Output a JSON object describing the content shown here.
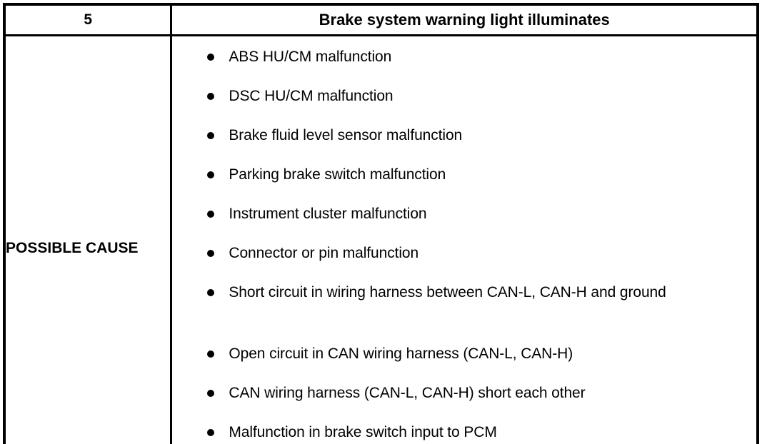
{
  "table": {
    "header": {
      "code": "5",
      "title": "Brake system warning light illuminates"
    },
    "row_label": "POSSIBLE CAUSE",
    "bullet_glyph": "filled-circle-bullet",
    "causes": [
      "ABS HU/CM malfunction",
      "DSC HU/CM malfunction",
      "Brake fluid level sensor malfunction",
      "Parking brake switch malfunction",
      "Instrument cluster malfunction",
      "Connector or pin malfunction",
      "Short circuit in wiring harness between CAN-L, CAN-H and ground",
      "Open circuit in CAN wiring harness (CAN-L, CAN-H)",
      "CAN wiring harness (CAN-L, CAN-H) short each other",
      "Malfunction in brake switch input to PCM"
    ]
  },
  "colors": {
    "border": "#000000",
    "text": "#000000",
    "background": "#ffffff"
  }
}
